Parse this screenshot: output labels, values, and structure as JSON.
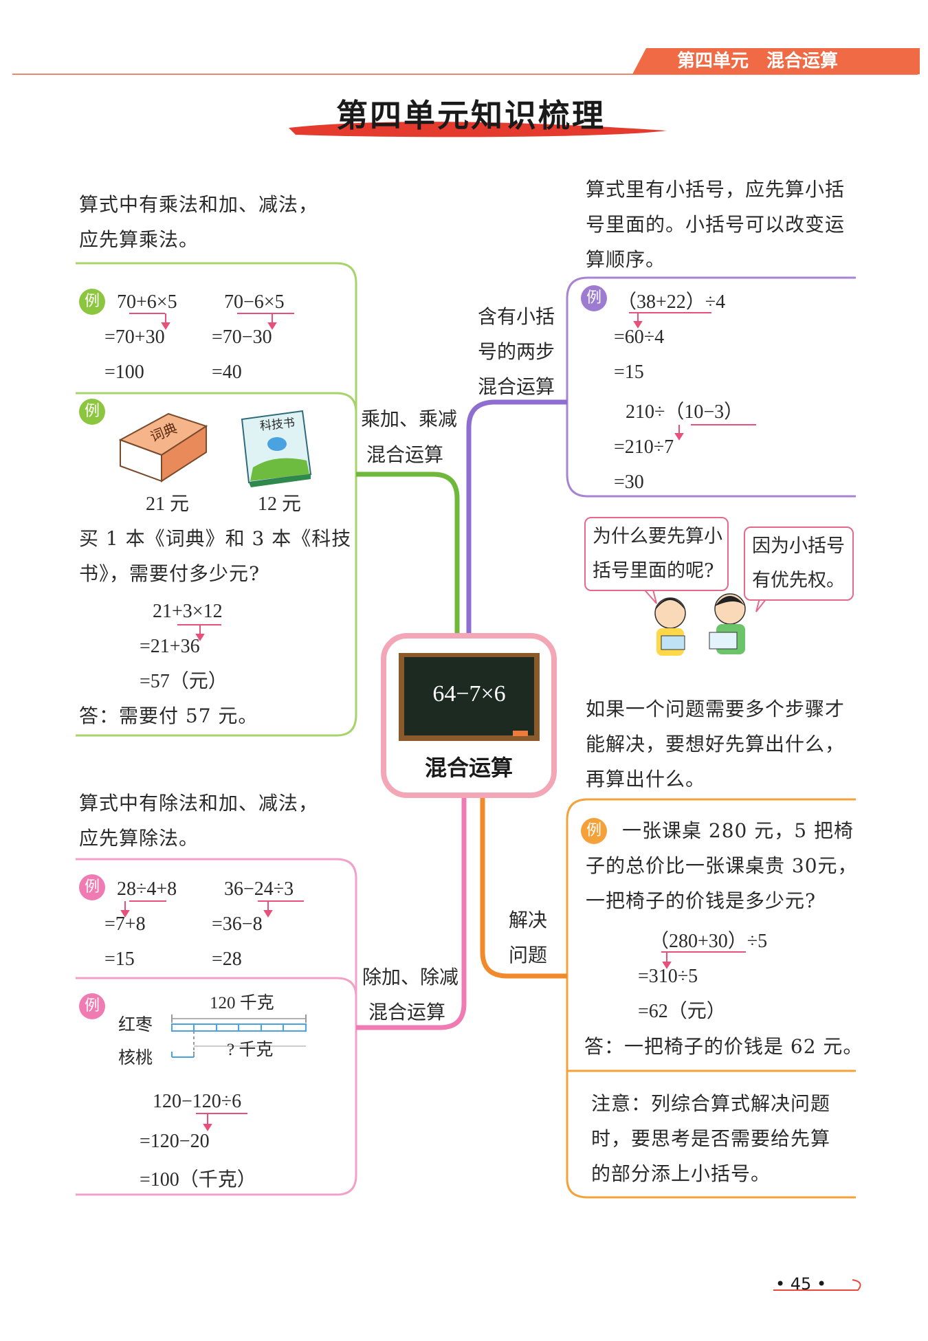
{
  "header": {
    "unit_label": "第四单元　混合运算"
  },
  "title": "第四单元知识梳理",
  "center": {
    "blackboard": "64−7×6",
    "label": "混合运算"
  },
  "branches": {
    "mul_add": "乘加、乘减",
    "mul_add2": "混合运算",
    "paren_1": "含有小括",
    "paren_2": "号的两步",
    "paren_3": "混合运算",
    "div_add": "除加、除减",
    "div_add2": "混合运算",
    "solve_1": "解决",
    "solve_2": "问题"
  },
  "example_badge": "例",
  "mul": {
    "rule_1": "算式中有乘法和加、减法，",
    "rule_2": "应先算乘法。",
    "ex1_a1": "70+6×5",
    "ex1_a2": "=70+30",
    "ex1_a3": "=100",
    "ex1_b1": "70−6×5",
    "ex1_b2": "=70−30",
    "ex1_b3": "=40",
    "book1_title": "词典",
    "book2_title": "科技书",
    "price1": "21 元",
    "price2": "12 元",
    "q1": "买 1 本《词典》和 3 本《科技",
    "q2": "书》，需要付多少元?",
    "s1": "21+3×12",
    "s2": "=21+36",
    "s3": "=57（元）",
    "ans": "答：需要付 57 元。"
  },
  "paren": {
    "rule_1": "算式里有小括号，应先算小括",
    "rule_2": "号里面的。小括号可以改变运",
    "rule_3": "算顺序。",
    "a1": "（38+22）÷4",
    "a2": "=60÷4",
    "a3": "=15",
    "b1": "210÷（10−3）",
    "b2": "=210÷7",
    "b3": "=30",
    "bubble_girl_1": "为什么要先算小",
    "bubble_girl_2": "括号里面的呢?",
    "bubble_boy_1": "因为小括号",
    "bubble_boy_2": "有优先权。"
  },
  "solve": {
    "intro_1": "如果一个问题需要多个步骤才",
    "intro_2": "能解决，要想好先算出什么，",
    "intro_3": "再算出什么。",
    "q1": "一张课桌 280 元，5 把椅",
    "q2": "子的总价比一张课桌贵 30元，",
    "q3": "一把椅子的价钱是多少元?",
    "s1": "（280+30）÷5",
    "s2": "=310÷5",
    "s3": "=62（元）",
    "ans": "答：一把椅子的价钱是 62 元。",
    "note_1": "注意：列综合算式解决问题",
    "note_2": "时，要思考是否需要给先算",
    "note_3": "的部分添上小括号。"
  },
  "div": {
    "rule_1": "算式中有除法和加、减法，",
    "rule_2": "应先算除法。",
    "a1": "28÷4+8",
    "a2": "=7+8",
    "a3": "=15",
    "b1": "36−24÷3",
    "b2": "=36−8",
    "b3": "=28",
    "total": "120 千克",
    "row1": "红枣",
    "row2": "核桃",
    "unknown": "? 千克",
    "s1": "120−120÷6",
    "s2": "=120−20",
    "s3": "=100（千克）"
  },
  "footer": {
    "page": "• 45 •"
  },
  "colors": {
    "green": "#8cc63f",
    "purple": "#9d7bd1",
    "pink": "#f07bb2",
    "orange": "#f4a13a",
    "red": "#e9483a"
  }
}
